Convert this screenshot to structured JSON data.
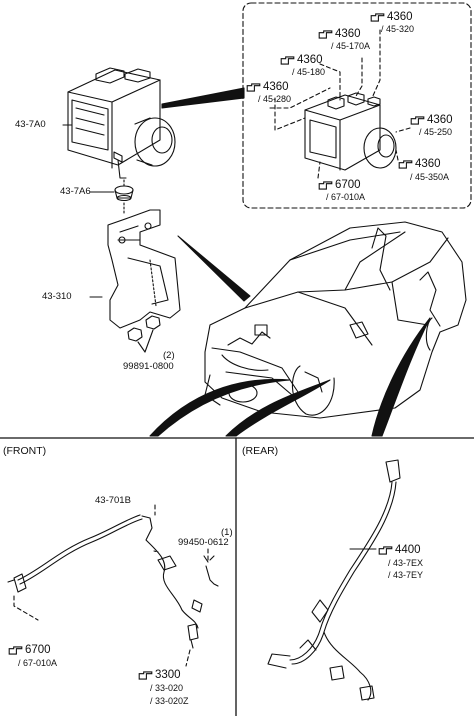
{
  "labels": {
    "abs_unit": "43-7A0",
    "grommet": "43-7A6",
    "bracket": "43-310",
    "bolt_qty": "(2)",
    "bolt": "99891-0800",
    "front_harness": "43-701B",
    "front_bolt_qty": "(1)",
    "front_bolt": "99450-0612"
  },
  "sections": {
    "front": "(FRONT)",
    "rear": "(REAR)"
  },
  "refs": {
    "r1": {
      "code": "4360",
      "sub": [
        "/ 45-320"
      ]
    },
    "r2": {
      "code": "4360",
      "sub": [
        "/ 45-170A"
      ]
    },
    "r3": {
      "code": "4360",
      "sub": [
        "/ 45-180"
      ]
    },
    "r4": {
      "code": "4360",
      "sub": [
        "/ 45-280"
      ]
    },
    "r5": {
      "code": "4360",
      "sub": [
        "/ 45-250"
      ]
    },
    "r6": {
      "code": "4360",
      "sub": [
        "/ 45-350A"
      ]
    },
    "r7": {
      "code": "6700",
      "sub": [
        "/ 67-010A"
      ]
    },
    "r8": {
      "code": "4400",
      "sub": [
        "/ 43-7EX",
        "/ 43-7EY"
      ]
    },
    "r9": {
      "code": "6700",
      "sub": [
        "/ 67-010A"
      ]
    },
    "r10": {
      "code": "3300",
      "sub": [
        "/ 33-020",
        "/ 33-020Z"
      ]
    }
  },
  "icons": {
    "ref_pointer": "pointing-hand-icon"
  }
}
